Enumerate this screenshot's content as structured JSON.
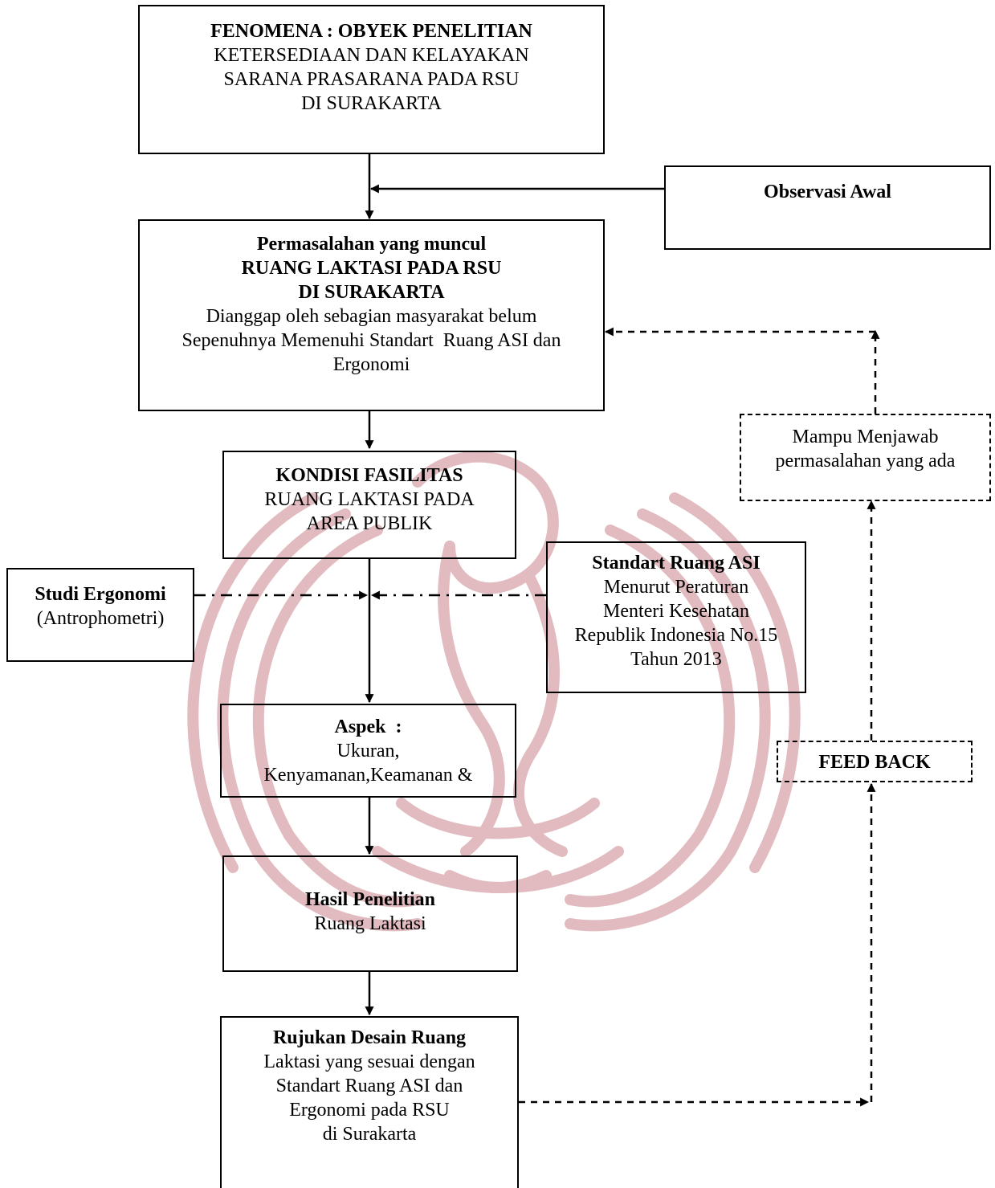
{
  "colors": {
    "ink": "#000000",
    "watermark": "#c9858b"
  },
  "watermark_icon": "university-seal-watermark",
  "boxes": {
    "fenomena": {
      "title": "FENOMENA : OBYEK PENELITIAN",
      "lines": [
        "KETERSEDIAAN DAN KELAYAKAN",
        "SARANA PRASARANA PADA RSU",
        "DI SURAKARTA"
      ]
    },
    "observasi": {
      "title": "Observasi Awal"
    },
    "permasalahan": {
      "title_lines": [
        "Permasalahan yang muncul",
        "RUANG LAKTASI PADA RSU",
        "DI SURAKARTA"
      ],
      "lines": [
        "Dianggap oleh sebagian masyarakat belum",
        "Sepenuhnya Memenuhi Standart  Ruang ASI dan",
        "Ergonomi"
      ]
    },
    "kondisi": {
      "title": "KONDISI FASILITAS",
      "lines": [
        "RUANG LAKTASI PADA",
        "AREA PUBLIK"
      ]
    },
    "studi": {
      "title": "Studi Ergonomi",
      "lines": [
        "(Antrophometri)"
      ]
    },
    "standart": {
      "title": "Standart Ruang ASI",
      "lines": [
        "Menurut Peraturan",
        "Menteri Kesehatan",
        "Republik Indonesia No.15",
        "Tahun 2013"
      ]
    },
    "aspek": {
      "title": "Aspek  :",
      "lines": [
        "Ukuran,",
        "Kenyamanan,Keamanan &"
      ]
    },
    "hasil": {
      "title": "Hasil Penelitian",
      "lines": [
        "Ruang Laktasi"
      ]
    },
    "rujukan": {
      "title": "Rujukan Desain Ruang",
      "lines": [
        "Laktasi yang sesuai dengan",
        "Standart Ruang ASI dan",
        "Ergonomi pada RSU",
        "di Surakarta"
      ]
    },
    "mampu": {
      "lines": [
        "Mampu Menjawab",
        "permasalahan yang ada"
      ]
    },
    "feedback": {
      "title": "FEED BACK"
    }
  }
}
